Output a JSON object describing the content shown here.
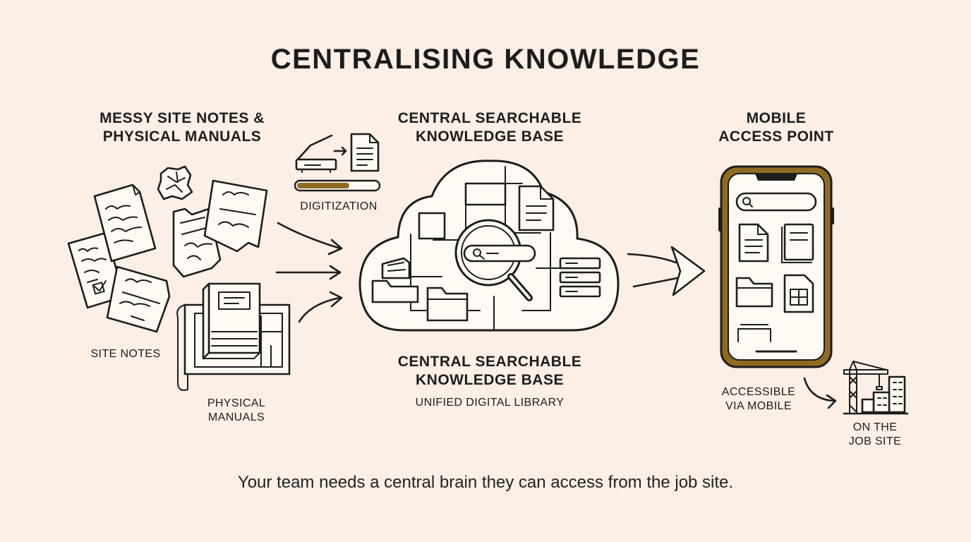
{
  "title": "CENTRALISING KNOWLEDGE",
  "left": {
    "heading_line1": "MESSY SITE NOTES &",
    "heading_line2": "PHYSICAL MANUALS",
    "site_notes_label": "SITE NOTES",
    "manuals_label_line1": "PHYSICAL",
    "manuals_label_line2": "MANUALS",
    "digitization_label": "DIGITIZATION",
    "digitization_progress": 0.65
  },
  "center": {
    "heading_line1": "CENTRAL SEARCHABLE",
    "heading_line2": "KNOWLEDGE BASE",
    "bottom_heading_line1": "CENTRAL SEARCHABLE",
    "bottom_heading_line2": "KNOWLEDGE BASE",
    "subtitle": "UNIFIED DIGITAL LIBRARY"
  },
  "right": {
    "heading_line1": "MOBILE",
    "heading_line2": "ACCESS POINT",
    "accessible_line1": "ACCESSIBLE",
    "accessible_line2": "VIA MOBILE",
    "jobsite_line1": "ON THE",
    "jobsite_line2": "JOB SITE"
  },
  "caption": "Your team needs a central brain they can access from the job site.",
  "colors": {
    "background": "#fbefe6",
    "ink": "#1d1d1d",
    "accent_gold": "#8e6b22",
    "paper": "#fffaf4"
  },
  "icons": [
    "crumpled-paper-icon",
    "scanner-icon",
    "document-icon",
    "cloud-icon",
    "magnifier-icon",
    "folder-icon",
    "server-icon",
    "smartphone-icon",
    "book-icon",
    "spreadsheet-icon",
    "crane-icon",
    "buildings-icon"
  ]
}
